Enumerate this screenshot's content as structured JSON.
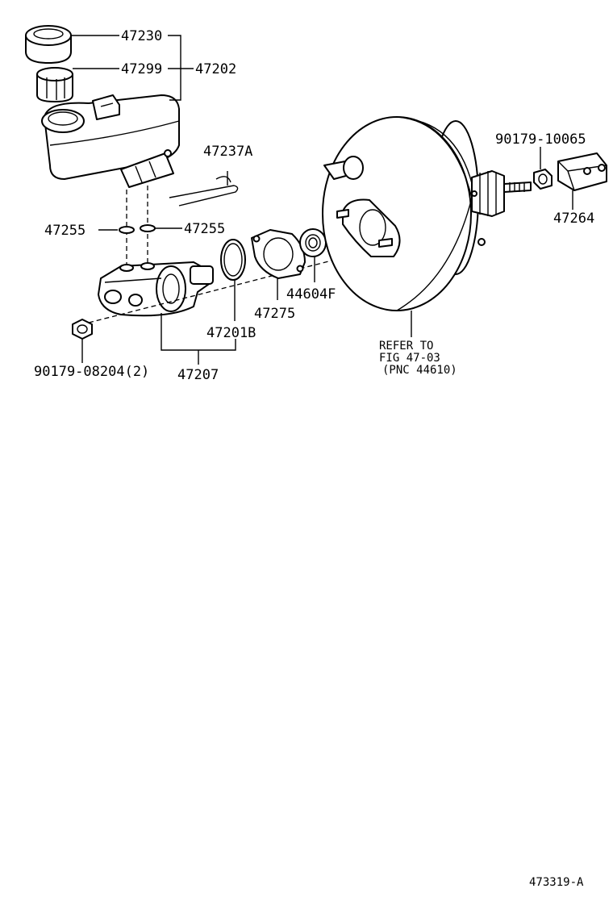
{
  "labels": {
    "p47230": "47230",
    "p47299": "47299",
    "p47202": "47202",
    "p47237A": "47237A",
    "p47255_left": "47255",
    "p47255_right": "47255",
    "p47275": "47275",
    "p44604F": "44604F",
    "p47201B": "47201B",
    "p47207": "47207",
    "p90179_08204": "90179-08204(2)",
    "p90179_10065": "90179-10065",
    "p47264": "47264",
    "refer_line1": "REFER TO",
    "refer_line2": "FIG 47-03",
    "refer_line3": "(PNC 44610)",
    "figure_id": "473319-A"
  },
  "icons": {
    "cap": "reservoir-cap-icon",
    "strainer": "strainer-icon",
    "reservoir": "reservoir-tank-icon",
    "pin": "clip-pin-icon",
    "grommet": "grommet-icon",
    "master_cylinder": "master-cylinder-icon",
    "oring": "o-ring-icon",
    "gasket": "gasket-icon",
    "seal": "seal-icon",
    "booster": "brake-booster-icon",
    "nut": "nut-icon",
    "clevis": "clevis-icon"
  }
}
